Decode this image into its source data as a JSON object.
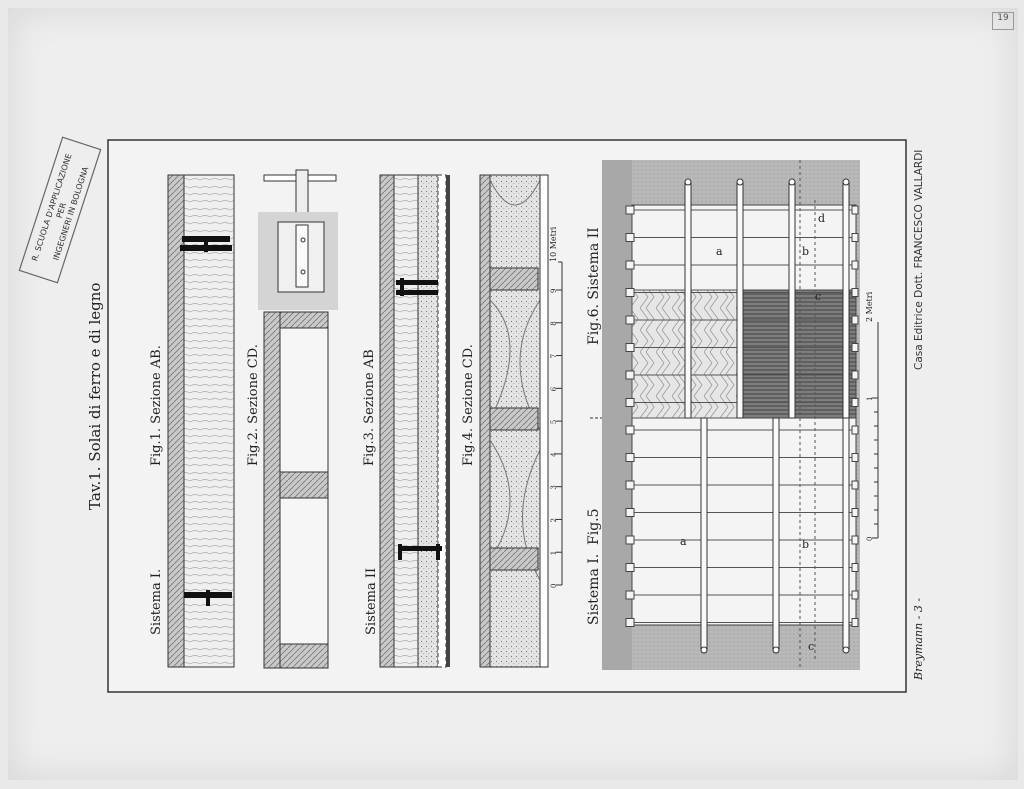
{
  "plate": {
    "title": "Tav.1. Solai di ferro e di legno",
    "publisher": "Casa Editrice Dott. FRANCESCO VALLARDI",
    "author_mark": "Breymann - 3 -",
    "corner_tab": "19"
  },
  "stamp": {
    "line1": "R. SCUOLA D'APPLICAZIONE",
    "line2": "PER",
    "line3": "INGEGNERI IN BOLOGNA"
  },
  "figures": {
    "sistema_1": "Sistema I.",
    "fig1": "Fig.1. Sezione AB.",
    "fig2": "Fig.2. Sezione CD.",
    "fig3": "Fig.3. Sezione AB",
    "sistema_2": "Sistema II",
    "fig4": "Fig.4. Sezione CD.",
    "fig5_sistema": "Sistema I.",
    "fig5": "Fig.5",
    "fig6": "Fig.6. Sistema II"
  },
  "scales": {
    "scale_upper_unit": "10 Metri",
    "scale_lower_unit": "2 Metri",
    "scale_upper_ticks": [
      "0",
      "1",
      "2",
      "3",
      "4",
      "5",
      "6",
      "7",
      "8",
      "9"
    ],
    "scale_lower_ticks": [
      "0",
      "1"
    ]
  },
  "plan_letters": {
    "a_top": "a",
    "b_top": "b",
    "c_top": "c",
    "d_top": "d",
    "a_bot": "a",
    "b_bot": "b",
    "c_bot": "c"
  }
}
